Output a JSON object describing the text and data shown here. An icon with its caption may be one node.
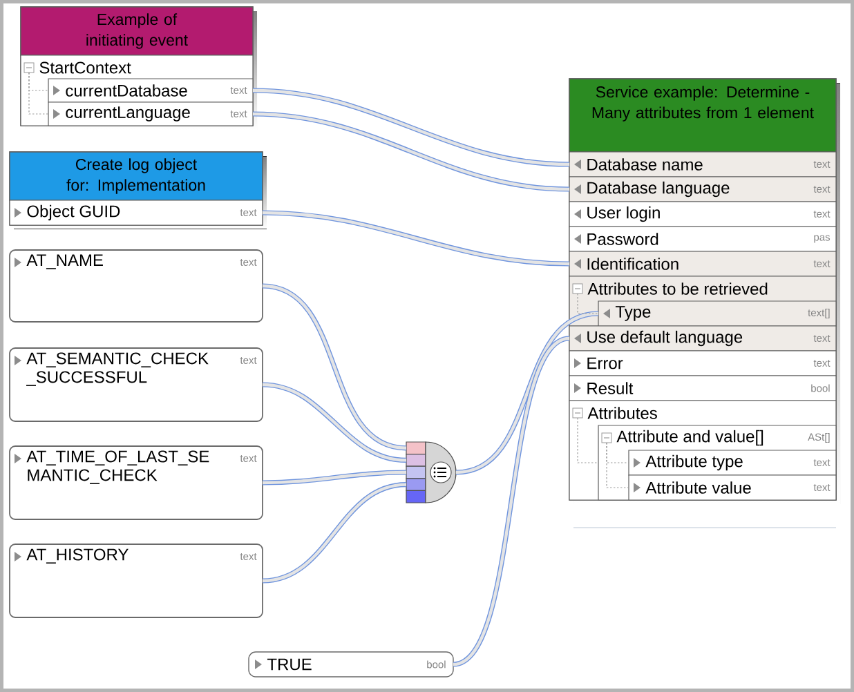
{
  "diagram": {
    "nodes": [
      {
        "text": [
          "Example of initiating event"
        ]
      },
      {
        "text": [
          "StartContext"
        ],
        "in": 0
      },
      {
        "text": [
          "currentDatabase",
          "text"
        ],
        "in": 1
      },
      {
        "text": [
          "currentLanguage",
          "text"
        ],
        "in": 1
      },
      {
        "text": [
          "Create log object for: Implementation"
        ]
      },
      {
        "text": [
          "Object GUID",
          "text"
        ],
        "in": 4
      },
      {
        "text": [
          "AT_NAME",
          "text"
        ]
      },
      {
        "text": [
          "AT_SEMANTIC_CHECK _SUCCESSFUL",
          "text"
        ]
      },
      {
        "text": [
          "AT_TIME_OF_LAST_SE MANTIC_CHECK",
          "text"
        ]
      },
      {
        "text": [
          "AT_HISTORY",
          "text"
        ]
      },
      {
        "text": [],
        "shape": "circle"
      },
      {
        "text": [
          "TRUE",
          "bool"
        ]
      },
      {
        "text": [
          "Service example: Determine - Many attributes from 1 element"
        ]
      },
      {
        "text": [
          "Database name",
          "text"
        ],
        "in": 12
      },
      {
        "text": [
          "Database language",
          "text"
        ],
        "in": 12
      },
      {
        "text": [
          "User login",
          "text"
        ],
        "in": 12
      },
      {
        "text": [
          "Password",
          "pas"
        ],
        "in": 12
      },
      {
        "text": [
          "Identification",
          "text"
        ],
        "in": 12
      },
      {
        "text": [
          "Attributes to be retrieved"
        ],
        "in": 12
      },
      {
        "text": [
          "Type",
          "text[]"
        ],
        "in": 18
      },
      {
        "text": [
          "Use default language",
          "text"
        ],
        "in": 12
      },
      {
        "text": [
          "Error",
          "text"
        ],
        "in": 12
      },
      {
        "text": [
          "Result",
          "bool"
        ],
        "in": 12
      },
      {
        "text": [
          "Attributes"
        ],
        "in": 12
      },
      {
        "text": [
          "Attribute and value[]",
          "ASt[]"
        ],
        "in": 23
      },
      {
        "text": [
          "Attribute type",
          "text"
        ],
        "in": 24
      },
      {
        "text": [
          "Attribute value",
          "text"
        ],
        "in": 24
      }
    ],
    "edges": [
      {
        "from": 2,
        "to": 13,
        "arrow": "none"
      },
      {
        "from": 3,
        "to": 14,
        "arrow": "none"
      },
      {
        "from": 5,
        "to": 17,
        "arrow": "none"
      },
      {
        "from": 6,
        "to": 10,
        "arrow": "none"
      },
      {
        "from": 7,
        "to": 10,
        "arrow": "none"
      },
      {
        "from": 8,
        "to": 10,
        "arrow": "none"
      },
      {
        "from": 9,
        "to": 10,
        "arrow": "none"
      },
      {
        "from": 10,
        "to": 19,
        "arrow": "none"
      },
      {
        "from": 11,
        "to": 20,
        "arrow": "none"
      },
      {
        "from": 1,
        "to": 2,
        "arrow": "none",
        "style": "dashed",
        "color": "#9c9c9c"
      },
      {
        "from": 1,
        "to": 3,
        "arrow": "none",
        "style": "dashed",
        "color": "#9c9c9c"
      },
      {
        "from": 18,
        "to": 19,
        "arrow": "none",
        "style": "dashed",
        "color": "#9c9c9c"
      },
      {
        "from": 23,
        "to": 24,
        "arrow": "none",
        "style": "dashed",
        "color": "#9c9c9c"
      },
      {
        "from": 24,
        "to": 25,
        "arrow": "none",
        "style": "dashed",
        "color": "#9c9c9c"
      },
      {
        "from": 24,
        "to": 26,
        "arrow": "none",
        "style": "dashed",
        "color": "#9c9c9c"
      }
    ]
  }
}
